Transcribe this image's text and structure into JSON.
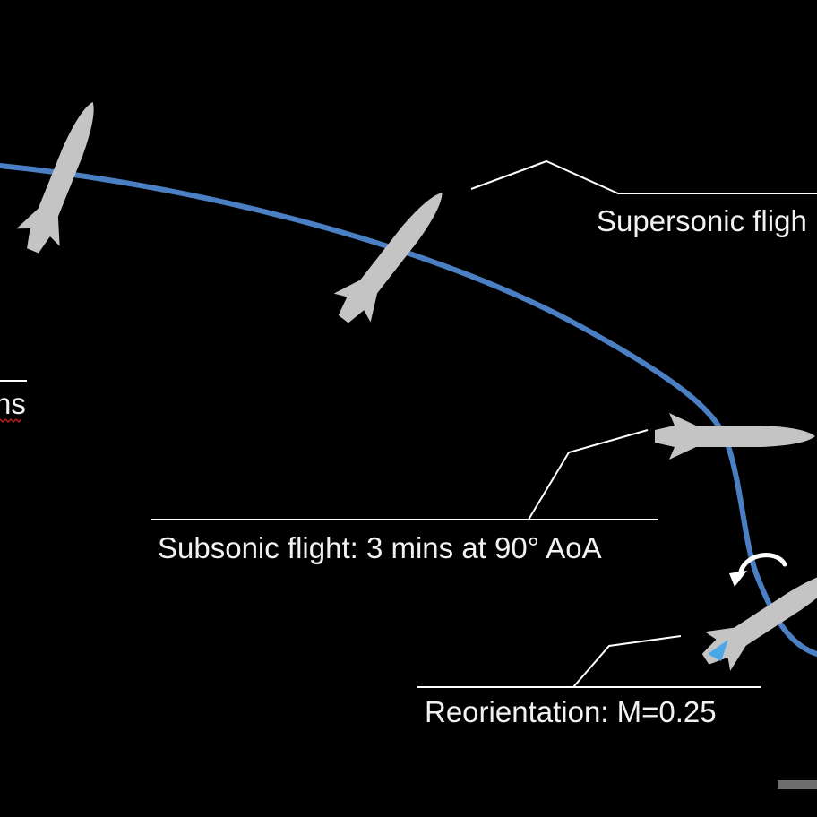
{
  "labels": {
    "supersonic": "Supersonic fligh",
    "cut_left": "ns",
    "subsonic": "Subsonic flight: 3 mins at 90° AoA",
    "reorientation": "Reorientation: M=0.25"
  },
  "icons": {
    "rotation": "curved-rotation-arrow-icon",
    "vehicle": "spaceplane-icon"
  },
  "colors": {
    "background": "#000000",
    "trajectory": "#4a7fc4",
    "vehicle": "#c4c4c4",
    "leader_lines": "#ffffff",
    "thrust_plume": "#4aa8e6",
    "scrollbar": "#6d6d6d"
  }
}
